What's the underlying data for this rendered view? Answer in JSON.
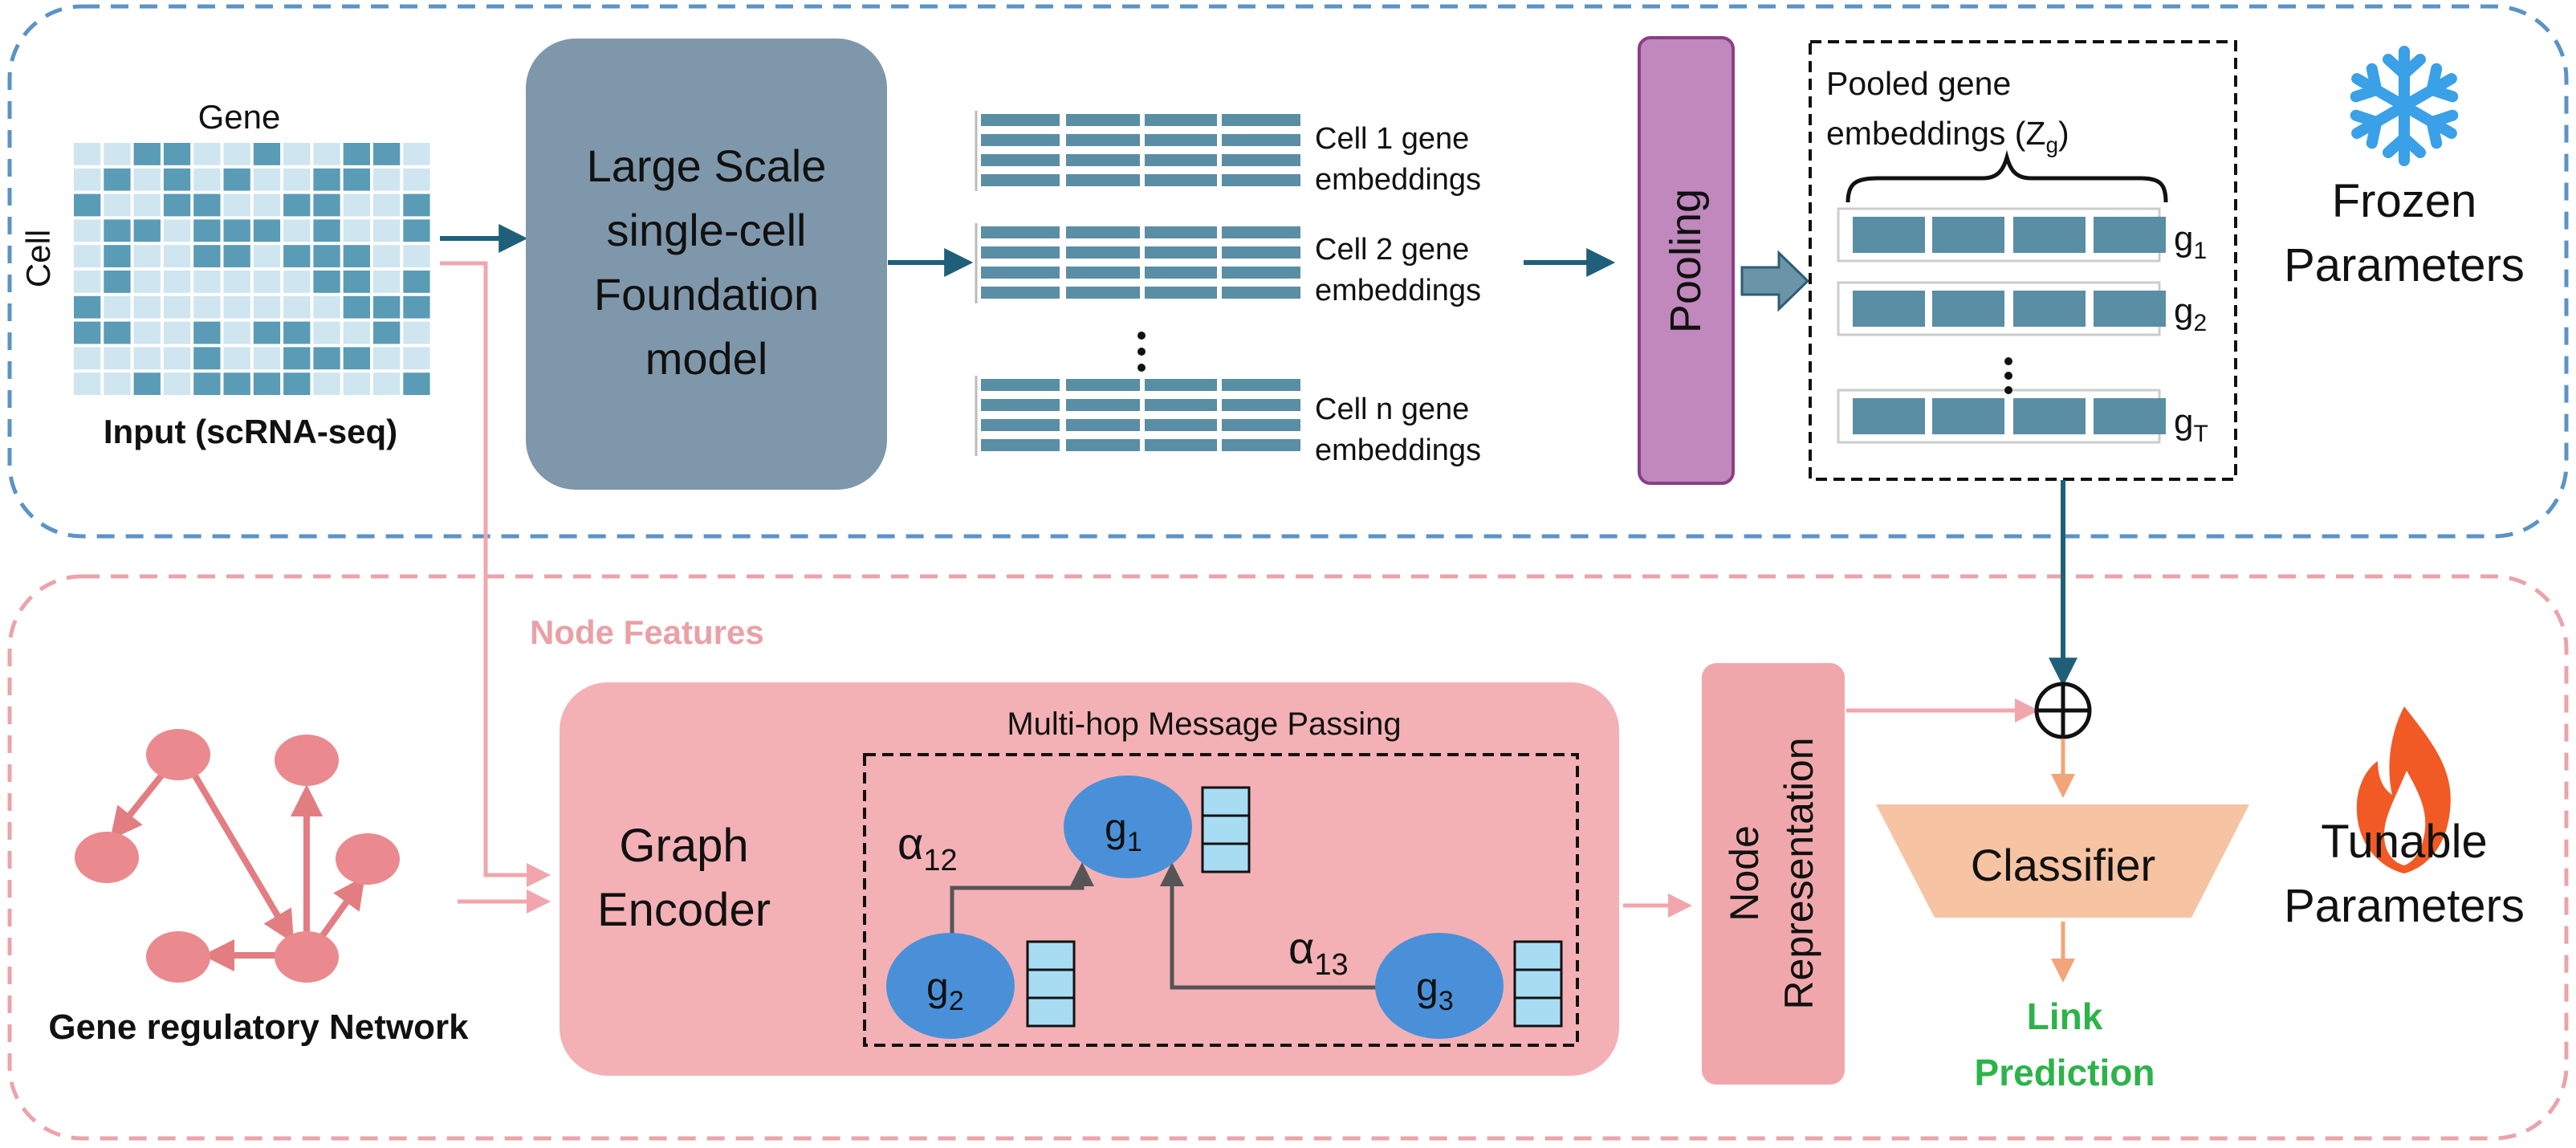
{
  "frozen_panel": {
    "gene_axis_label": "Gene",
    "cell_axis_label": "Cell",
    "input_label": "Input (scRNA-seq)",
    "foundation_model_lines": [
      "Large Scale",
      "single-cell",
      "Foundation",
      "model"
    ],
    "embeddings": [
      {
        "line1": "Cell 1 gene",
        "line2": "embeddings"
      },
      {
        "line1": "Cell 2 gene",
        "line2": "embeddings"
      },
      {
        "line1": "Cell n gene",
        "line2": "embeddings"
      }
    ],
    "pooling_label": "Pooling",
    "pooled_title_line1": "Pooled gene",
    "pooled_title_line2_main": "embeddings (Z",
    "pooled_title_line2_sub": "g",
    "pooled_title_line2_end": ")",
    "pooled_rows": [
      {
        "base": "g",
        "sub": "1"
      },
      {
        "base": "g",
        "sub": "2"
      },
      {
        "base": "g",
        "sub": "T"
      }
    ],
    "panel_title_line1": "Frozen",
    "panel_title_line2": "Parameters",
    "icon": "snowflake-icon",
    "border_color": "#5b93c7"
  },
  "tunable_panel": {
    "node_features_label": "Node Features",
    "grn_label": "Gene regulatory Network",
    "graph_encoder_lines": [
      "Graph",
      "Encoder"
    ],
    "mhmp_title": "Multi-hop Message Passing",
    "nodes": [
      {
        "base": "g",
        "sub": "1"
      },
      {
        "base": "g",
        "sub": "2"
      },
      {
        "base": "g",
        "sub": "3"
      }
    ],
    "edges": [
      {
        "base": "α",
        "sub": "12"
      },
      {
        "base": "α",
        "sub": "13"
      }
    ],
    "node_repr_lines": [
      "Node",
      "Representation"
    ],
    "classifier_label": "Classifier",
    "output_line1": "Link",
    "output_line2": "Prediction",
    "panel_title_line1": "Tunable",
    "panel_title_line2": "Parameters",
    "icon": "flame-icon",
    "border_color": "#eaa4a9"
  },
  "colors": {
    "arrow_dark": "#1f5f7a",
    "arrow_pink": "#f1a6ad",
    "bar": "#5a8ea4",
    "model_box": "#7f97aa",
    "pooling": "#b873b0",
    "encoder": "#f4b1b5",
    "node_blue": "#4a90d9",
    "classifier": "#f6c3a3",
    "link_green": "#2db34a",
    "grn_node": "#ea8a8e"
  }
}
